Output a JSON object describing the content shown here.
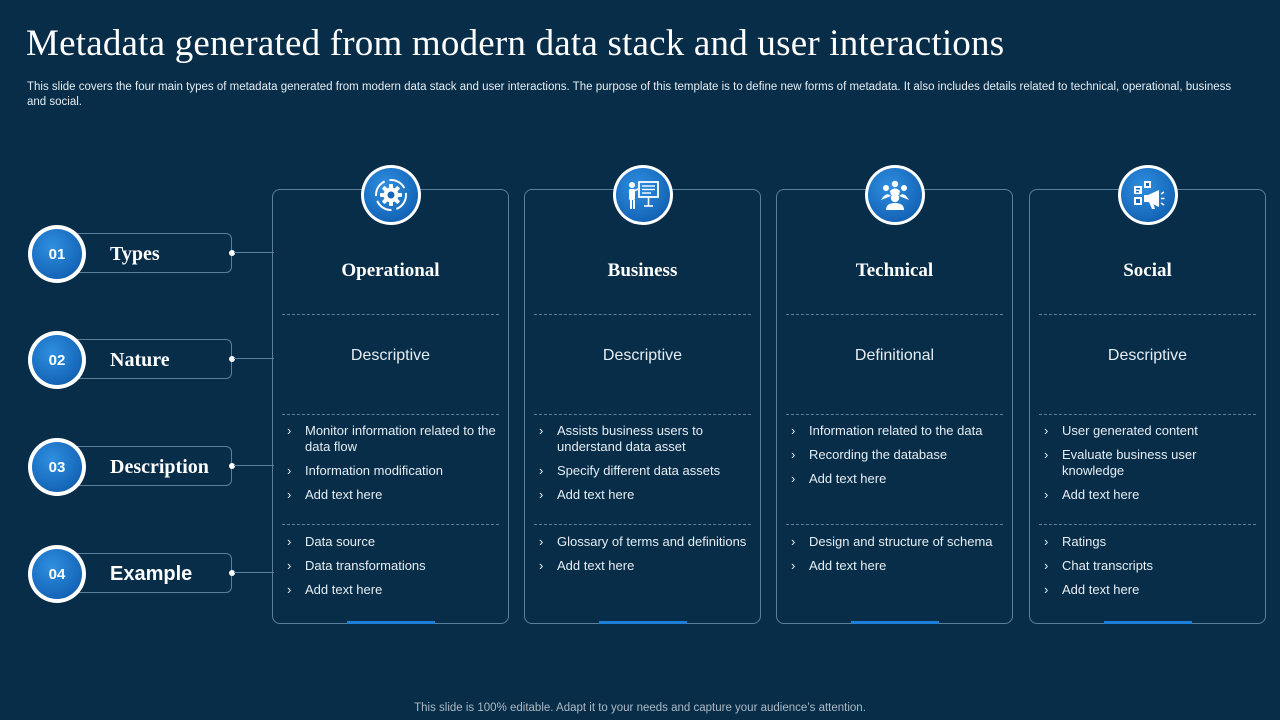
{
  "header": {
    "title": "Metadata generated from modern data stack and user interactions",
    "subtitle": "This slide covers the four main types of metadata generated from modern data stack and user interactions. The purpose of this template is to define new forms of metadata. It also includes details related to technical, operational, business and social."
  },
  "rows": [
    {
      "num": "01",
      "label": "Types"
    },
    {
      "num": "02",
      "label": "Nature"
    },
    {
      "num": "03",
      "label": "Description"
    },
    {
      "num": "04",
      "label": "Example"
    }
  ],
  "cards": [
    {
      "icon": "gear-cycle-icon",
      "title": "Operational",
      "nature": "Descriptive",
      "description": [
        "Monitor information related to the data flow",
        "Information modification",
        "Add text here"
      ],
      "examples": [
        "Data source",
        "Data transformations",
        "Add text here"
      ]
    },
    {
      "icon": "presentation-board-icon",
      "title": "Business",
      "nature": "Descriptive",
      "description": [
        "Assists business users to understand data asset",
        "Specify different data assets",
        "Add text here"
      ],
      "examples": [
        "Glossary of terms and definitions",
        "Add text here"
      ]
    },
    {
      "icon": "team-group-icon",
      "title": "Technical",
      "nature": "Definitional",
      "description": [
        "Information related to the data",
        "Recording the database",
        "Add text here"
      ],
      "examples": [
        "Design and structure of schema",
        "Add text here"
      ]
    },
    {
      "icon": "social-media-megaphone-icon",
      "title": "Social",
      "nature": "Descriptive",
      "description": [
        "User generated content",
        "Evaluate business user knowledge",
        "Add text here"
      ],
      "examples": [
        "Ratings",
        "Chat transcripts",
        "Add text here"
      ]
    }
  ],
  "footer": {
    "text": "This slide is 100% editable. Adapt it to your needs and capture your audience’s attention."
  },
  "colors": {
    "background": "#072d48",
    "accent_blue": "#1566b8",
    "border": "#5d7f99"
  }
}
